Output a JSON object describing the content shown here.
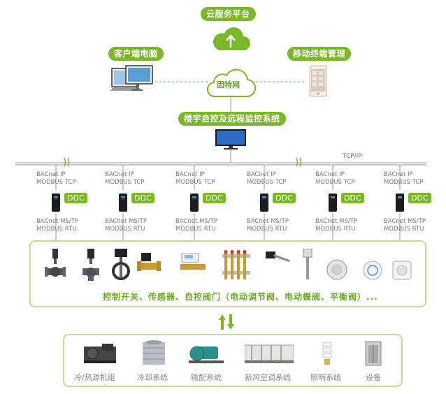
{
  "nodes": {
    "cloud_platform": "云服务平台",
    "client_pc": "客户端电脑",
    "mobile_mgmt": "移动终端管理",
    "internet": "因特网",
    "bas_system": "楼宇自控及远程监控系统"
  },
  "bus_label": "TCP/IP",
  "ddc_units": [
    {
      "top_proto_1": "BACnet IP",
      "top_proto_2": "MODBUS TCP",
      "tag": "DDC",
      "bottom_proto_1": "BACnet MS/TP",
      "bottom_proto_2": "MODBUS RTU"
    },
    {
      "top_proto_1": "BACnet IP",
      "top_proto_2": "MODBUS TCP",
      "tag": "DDC",
      "bottom_proto_1": "BACnet MS/TP",
      "bottom_proto_2": "MODBUS RTU"
    },
    {
      "top_proto_1": "BACnet IP",
      "top_proto_2": "MODBUS TCP",
      "tag": "DDC",
      "bottom_proto_1": "BACnet MS/TP",
      "bottom_proto_2": "MODBUS RTU"
    },
    {
      "top_proto_1": "BACnet IP",
      "top_proto_2": "MODBUS TCP",
      "tag": "DDC",
      "bottom_proto_1": "BACnet MS/TP",
      "bottom_proto_2": "MODBUS RTU"
    },
    {
      "top_proto_1": "BACnet IP",
      "top_proto_2": "MODBUS TCP",
      "tag": "DDC",
      "bottom_proto_1": "BACnet MS/TP",
      "bottom_proto_2": "MODBUS RTU"
    },
    {
      "top_proto_1": "BACnet IP",
      "top_proto_2": "MODBUS TCP",
      "tag": "DDC",
      "bottom_proto_1": "BACnet MS/TP",
      "bottom_proto_2": "MODBUS RTU"
    }
  ],
  "control_devices_caption": "控制开关、传感器、自控阀门（电动调节阀、电动蝶阀、平衡阀）...",
  "systems": [
    {
      "label": "冷/热源机组",
      "icon": "chiller-icon"
    },
    {
      "label": "冷却系统",
      "icon": "cooling-tower-icon"
    },
    {
      "label": "输配系统",
      "icon": "pump-icon"
    },
    {
      "label": "新风空调系统",
      "icon": "air-handler-icon"
    },
    {
      "label": "照明系统",
      "icon": "lamp-icon"
    },
    {
      "label": "设备",
      "icon": "elevator-icon"
    }
  ],
  "colors": {
    "accent": "#7ab828",
    "box_border": "#c5dc95",
    "dashed_link": "#6fb3d9",
    "bus": "#999999"
  }
}
